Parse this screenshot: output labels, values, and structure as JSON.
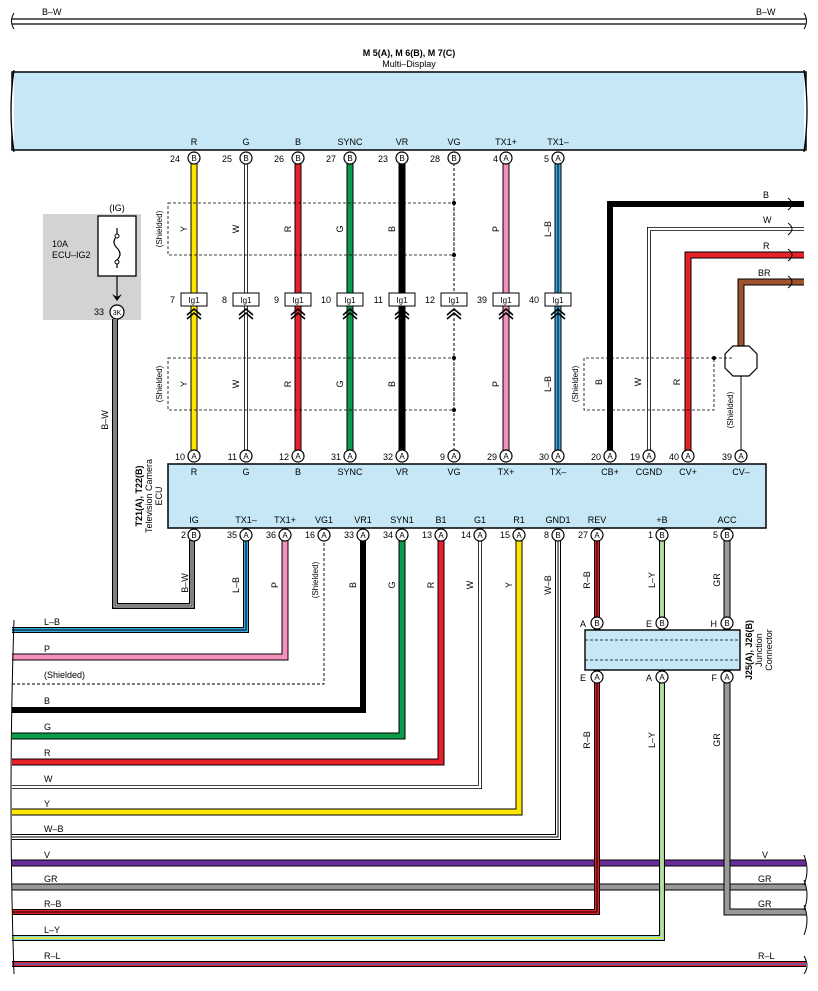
{
  "top_bus": {
    "left": "B–W",
    "right": "B–W"
  },
  "multi_display": {
    "title": "M 5(A), M 6(B), M 7(C)",
    "subtitle": "Multi–Display",
    "pins": [
      {
        "sig": "R",
        "num": "24",
        "conn": "B"
      },
      {
        "sig": "G",
        "num": "25",
        "conn": "B"
      },
      {
        "sig": "B",
        "num": "26",
        "conn": "B"
      },
      {
        "sig": "SYNC",
        "num": "27",
        "conn": "B"
      },
      {
        "sig": "VR",
        "num": "23",
        "conn": "B"
      },
      {
        "sig": "VG",
        "num": "28",
        "conn": "B"
      },
      {
        "sig": "TX1+",
        "num": "4",
        "conn": "A"
      },
      {
        "sig": "TX1–",
        "num": "5",
        "conn": "A"
      }
    ]
  },
  "fuse": {
    "label": "(IG)",
    "rating": "10A",
    "name": "ECU–IG2",
    "pin_num": "33",
    "pin_conn": "3K"
  },
  "shielded": "(Shielded)",
  "upper_wires": [
    "Y",
    "W",
    "R",
    "G",
    "B",
    "P",
    "L–B"
  ],
  "lower_wires": [
    "Y",
    "W",
    "R",
    "G",
    "B",
    "P",
    "L–B"
  ],
  "ig_connectors": [
    {
      "num": "7",
      "label": "Ig1"
    },
    {
      "num": "8",
      "label": "Ig1"
    },
    {
      "num": "9",
      "label": "Ig1"
    },
    {
      "num": "10",
      "label": "Ig1"
    },
    {
      "num": "11",
      "label": "Ig1"
    },
    {
      "num": "12",
      "label": "Ig1"
    },
    {
      "num": "39",
      "label": "Ig1"
    },
    {
      "num": "40",
      "label": "Ig1"
    }
  ],
  "right_feed": {
    "labels": [
      "B",
      "W",
      "R",
      "BR"
    ],
    "wire_labels": [
      "B",
      "W",
      "R"
    ]
  },
  "camera_ecu": {
    "name_lines": [
      "T21(A), T22(B)",
      "Television Camera",
      "ECU"
    ],
    "top_pins": [
      {
        "num": "10",
        "conn": "A",
        "sig": "R"
      },
      {
        "num": "11",
        "conn": "A",
        "sig": "G"
      },
      {
        "num": "12",
        "conn": "A",
        "sig": "B"
      },
      {
        "num": "31",
        "conn": "A",
        "sig": "SYNC"
      },
      {
        "num": "32",
        "conn": "A",
        "sig": "VR"
      },
      {
        "num": "9",
        "conn": "A",
        "sig": "VG"
      },
      {
        "num": "29",
        "conn": "A",
        "sig": "TX+"
      },
      {
        "num": "30",
        "conn": "A",
        "sig": "TX–"
      },
      {
        "num": "20",
        "conn": "A",
        "sig": "CB+"
      },
      {
        "num": "19",
        "conn": "A",
        "sig": "CGND"
      },
      {
        "num": "40",
        "conn": "A",
        "sig": "CV+"
      },
      {
        "num": "39",
        "conn": "A",
        "sig": "CV–"
      }
    ],
    "bottom_pins": [
      {
        "num": "2",
        "conn": "B",
        "sig": "IG"
      },
      {
        "num": "35",
        "conn": "A",
        "sig": "TX1–"
      },
      {
        "num": "36",
        "conn": "A",
        "sig": "TX1+"
      },
      {
        "num": "16",
        "conn": "A",
        "sig": "VG1"
      },
      {
        "num": "33",
        "conn": "A",
        "sig": "VR1"
      },
      {
        "num": "34",
        "conn": "A",
        "sig": "SYN1"
      },
      {
        "num": "13",
        "conn": "A",
        "sig": "B1"
      },
      {
        "num": "14",
        "conn": "A",
        "sig": "G1"
      },
      {
        "num": "15",
        "conn": "A",
        "sig": "R1"
      },
      {
        "num": "8",
        "conn": "B",
        "sig": "GND1"
      },
      {
        "num": "27",
        "conn": "A",
        "sig": "REV"
      },
      {
        "num": "1",
        "conn": "B",
        "sig": "+B"
      },
      {
        "num": "5",
        "conn": "B",
        "sig": "ACC"
      }
    ]
  },
  "bottom_wire_labels": [
    "B–W",
    "L–B",
    "P",
    "(Shielded)",
    "B",
    "G",
    "R",
    "W",
    "Y",
    "W–B",
    "R–B",
    "L–Y",
    "GR"
  ],
  "junction": {
    "name_lines": [
      "J25(A), J26(B)",
      "Junction",
      "Connector"
    ],
    "top_pins": [
      {
        "letter": "A",
        "conn": "B"
      },
      {
        "letter": "E",
        "conn": "B"
      },
      {
        "letter": "H",
        "conn": "B"
      }
    ],
    "bottom_pins": [
      {
        "letter": "E",
        "conn": "A"
      },
      {
        "letter": "A",
        "conn": "A"
      },
      {
        "letter": "F",
        "conn": "A"
      }
    ],
    "wire_labels": [
      "R–B",
      "L–Y",
      "GR"
    ]
  },
  "left_buses": [
    "L–B",
    "P",
    "(Shielded)",
    "B",
    "G",
    "R",
    "W",
    "Y",
    "W–B",
    "V",
    "GR",
    "R–B",
    "L–Y",
    "R–L"
  ],
  "right_buses": [
    "V",
    "GR",
    "GR",
    "R–L"
  ]
}
